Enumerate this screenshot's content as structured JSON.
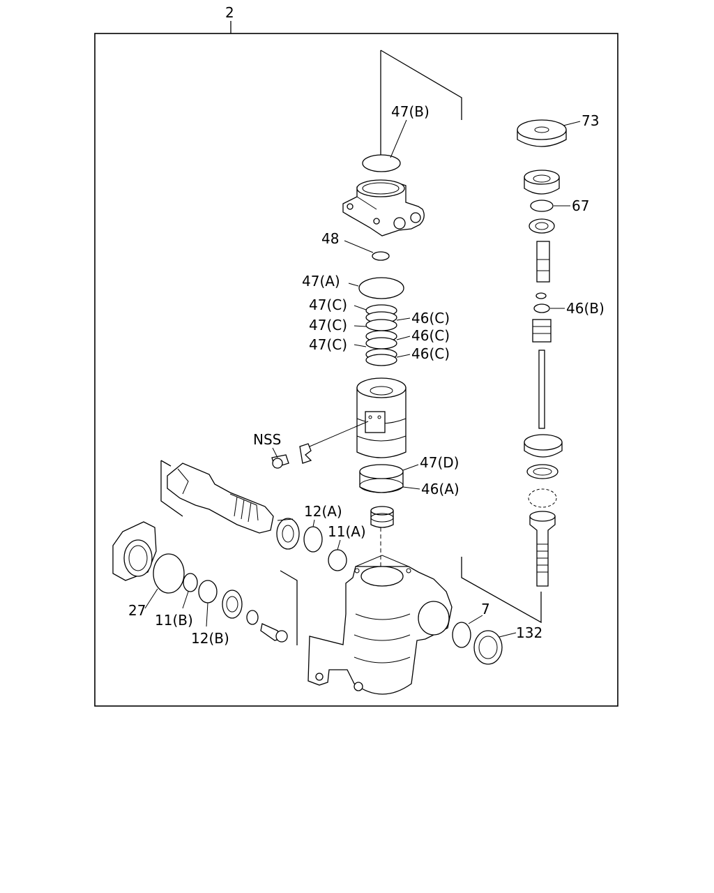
{
  "assembly_label": "2",
  "labels": {
    "l47B": "47(B)",
    "l73": "73",
    "l67": "67",
    "l48": "48",
    "l47A": "47(A)",
    "l47C1": "47(C)",
    "l47C2": "47(C)",
    "l47C3": "47(C)",
    "l46C1": "46(C)",
    "l46C2": "46(C)",
    "l46C3": "46(C)",
    "l46B": "46(B)",
    "lNSS": "NSS",
    "l47D": "47(D)",
    "l46A": "46(A)",
    "l12A": "12(A)",
    "l11A": "11(A)",
    "l27": "27",
    "l11B": "11(B)",
    "l12B": "12(B)",
    "l7": "7",
    "l132": "132"
  }
}
